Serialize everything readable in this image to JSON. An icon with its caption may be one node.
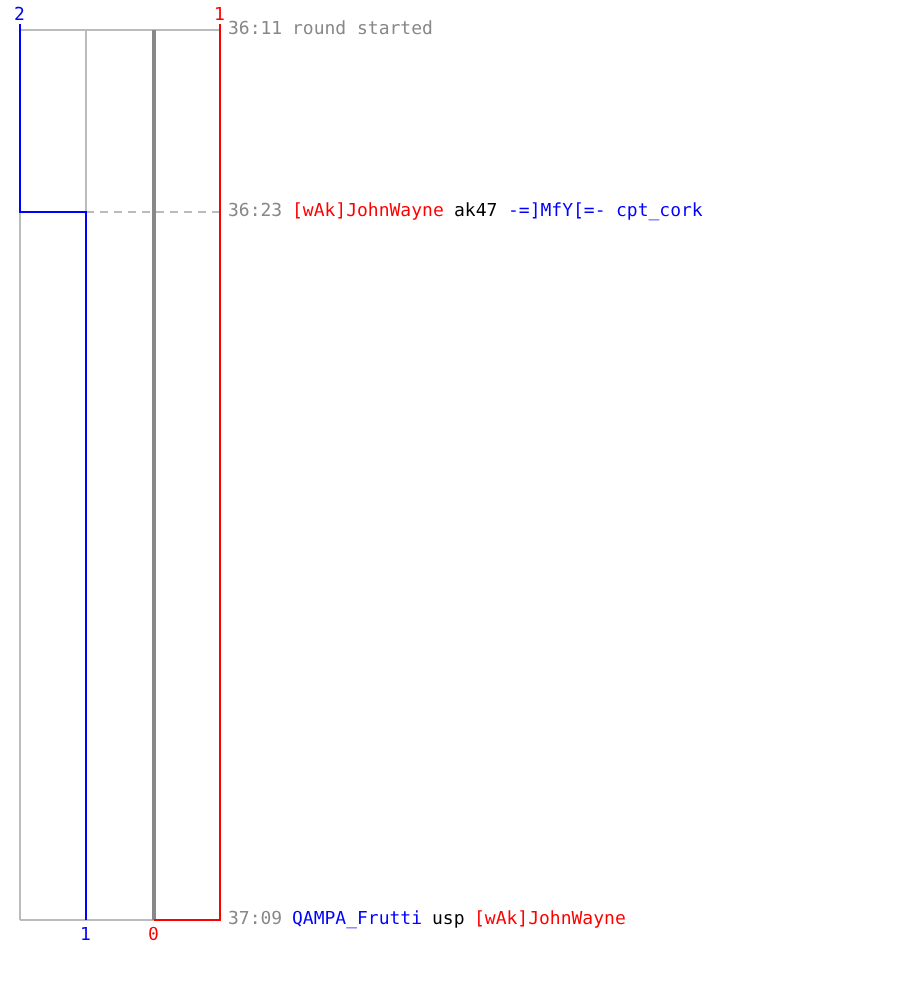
{
  "diagram": {
    "labels": [
      "2",
      "1",
      "36:11",
      "round started",
      "36:23",
      "[wAk]JohnWayne",
      "ak47",
      "-=]MfY[=-",
      "cpt_cork",
      "1",
      "0",
      "37:09",
      "QAMPA_Frutti",
      "usp",
      "[wAk]JohnWayne"
    ]
  }
}
